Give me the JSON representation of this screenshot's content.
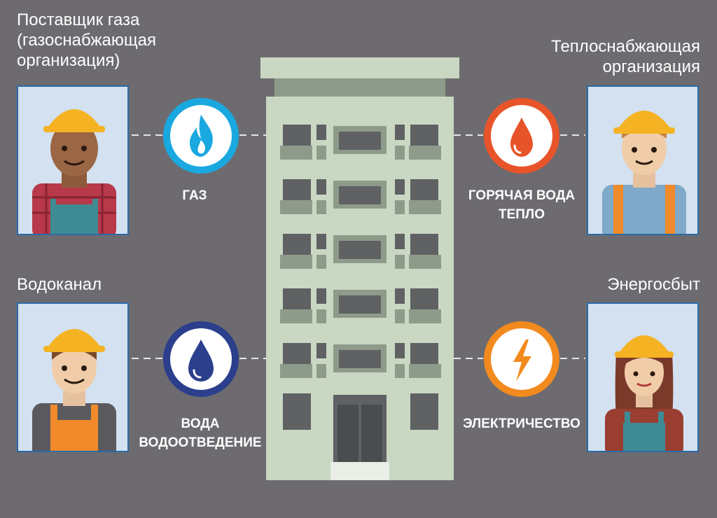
{
  "providers": {
    "gas": {
      "name": "Поставщик газа\n(газоснабжающая\nорганизация)"
    },
    "heat": {
      "name": "Теплоснабжающая\nорганизация"
    },
    "water": {
      "name": "Водоканал"
    },
    "power": {
      "name": "Энергосбыт"
    }
  },
  "services": {
    "gas": {
      "label": "ГАЗ",
      "color": "#1aa8e0",
      "icon": "gas-flame-icon"
    },
    "heat": {
      "label": "ГОРЯЧАЯ ВОДА\nТЕПЛО",
      "color": "#e8542a",
      "icon": "hot-water-drop-icon"
    },
    "water": {
      "label": "ВОДА\nВОДООТВЕДЕНИЕ",
      "color": "#2b3f8c",
      "icon": "water-drop-icon"
    },
    "power": {
      "label": "ЭЛЕКТРИЧЕСТВО",
      "color": "#f28a1e",
      "icon": "lightning-bolt-icon"
    }
  },
  "colors": {
    "background": "#6d6b70",
    "building": "#c9d7c3",
    "windows": "#5f6163",
    "card_border": "#2b6aa8",
    "card_fill": "#d3e1f0",
    "helmet": "#f5b324"
  }
}
